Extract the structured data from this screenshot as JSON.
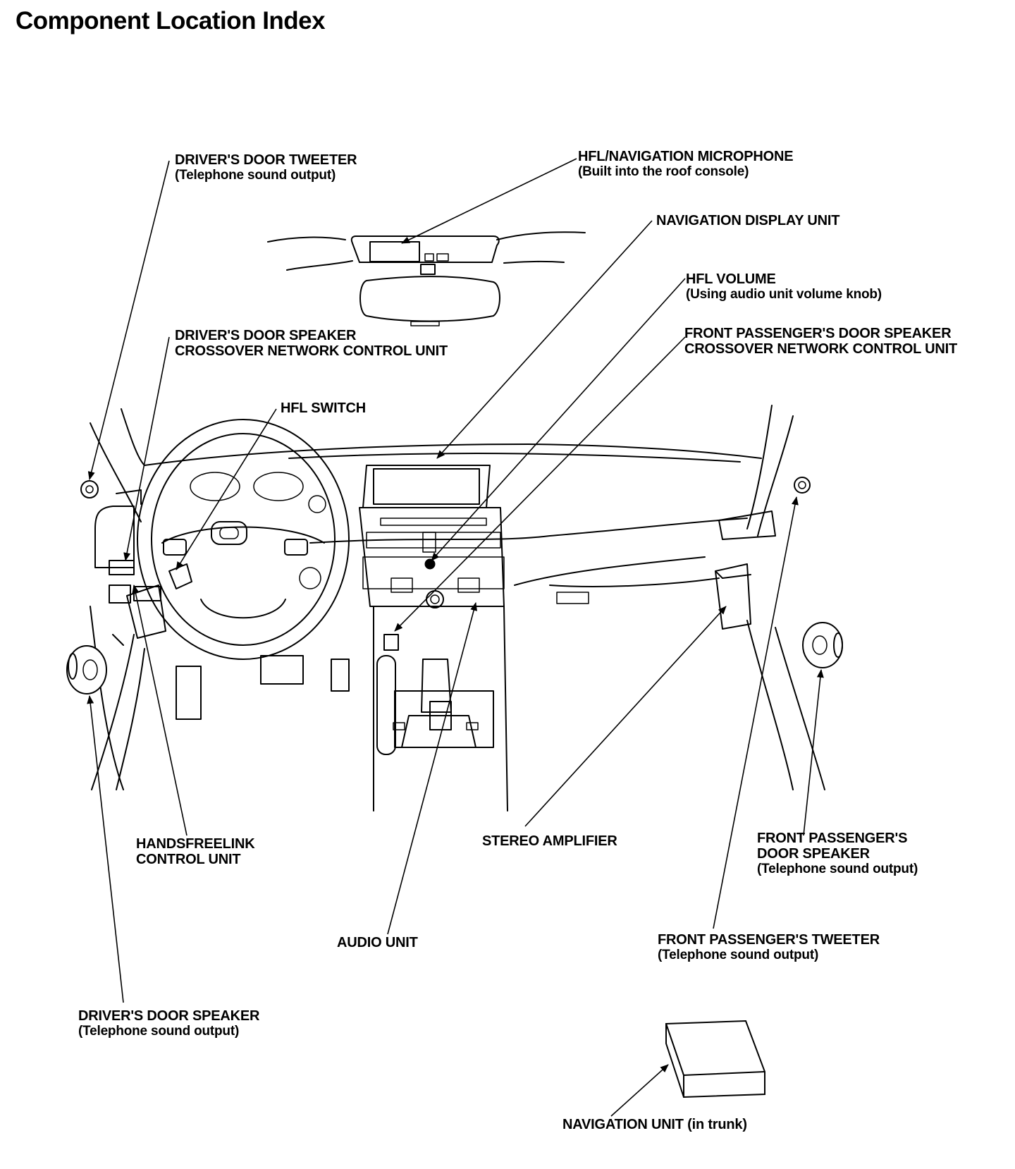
{
  "page": {
    "title": "Component Location Index"
  },
  "labels": {
    "drivers_door_tweeter": {
      "line1": "DRIVER'S DOOR TWEETER",
      "line2": "(Telephone sound output)"
    },
    "hfl_nav_microphone": {
      "line1": "HFL/NAVIGATION MICROPHONE",
      "line2": "(Built into the roof console)"
    },
    "navigation_display_unit": {
      "line1": "NAVIGATION DISPLAY UNIT"
    },
    "hfl_volume": {
      "line1": "HFL VOLUME",
      "line2": "(Using audio unit volume knob)"
    },
    "drivers_door_crossover": {
      "line1": "DRIVER'S DOOR SPEAKER",
      "line2": "CROSSOVER NETWORK CONTROL UNIT"
    },
    "front_pass_crossover": {
      "line1": "FRONT PASSENGER'S DOOR SPEAKER",
      "line2": "CROSSOVER NETWORK CONTROL UNIT"
    },
    "hfl_switch": {
      "line1": "HFL SWITCH"
    },
    "handsfreelink_control_unit": {
      "line1": "HANDSFREELINK",
      "line2": "CONTROL UNIT"
    },
    "stereo_amplifier": {
      "line1": "STEREO AMPLIFIER"
    },
    "front_pass_door_speaker": {
      "line1": "FRONT PASSENGER'S",
      "line2": "DOOR SPEAKER",
      "line3": "(Telephone sound output)"
    },
    "audio_unit": {
      "line1": "AUDIO UNIT"
    },
    "front_pass_tweeter": {
      "line1": "FRONT PASSENGER'S TWEETER",
      "line2": "(Telephone sound output)"
    },
    "drivers_door_speaker": {
      "line1": "DRIVER'S DOOR SPEAKER",
      "line2": "(Telephone sound output)"
    },
    "navigation_unit": {
      "line1": "NAVIGATION UNIT (in trunk)"
    }
  }
}
